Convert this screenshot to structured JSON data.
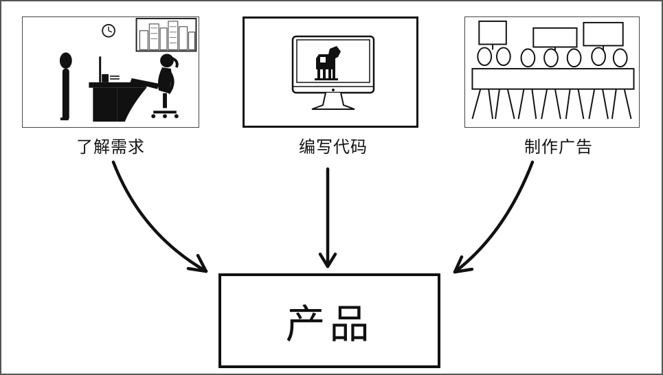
{
  "steps": [
    {
      "label": "了解需求",
      "image": "office-worker-illustration"
    },
    {
      "label": "编写代码",
      "image": "trojan-horse-monitor-illustration"
    },
    {
      "label": "制作广告",
      "image": "protesters-with-signs-illustration"
    }
  ],
  "product": {
    "label": "产品"
  },
  "colors": {
    "ink": "#111111",
    "frame": "#555555",
    "background": "#ffffff"
  }
}
